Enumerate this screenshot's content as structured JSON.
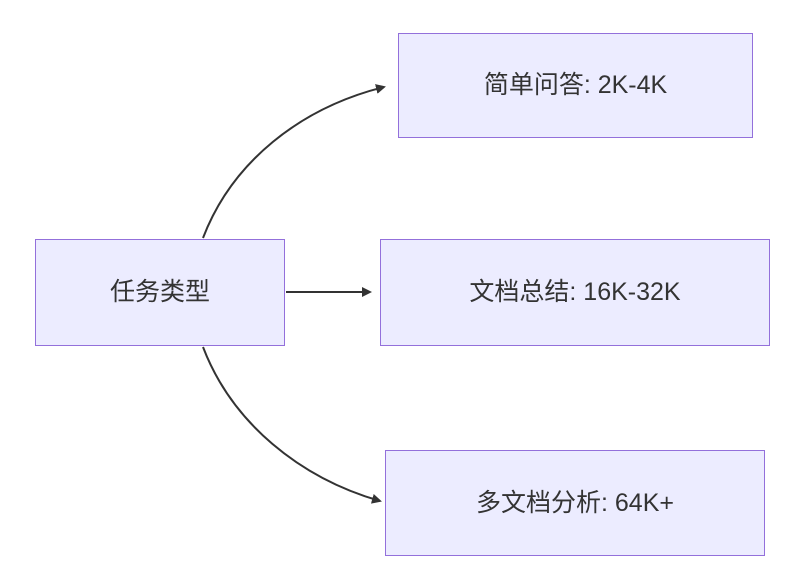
{
  "diagram": {
    "type": "flowchart",
    "root": {
      "label": "任务类型"
    },
    "nodes": [
      {
        "label": "简单问答: 2K-4K"
      },
      {
        "label": "文档总结: 16K-32K"
      },
      {
        "label": "多文档分析: 64K+"
      }
    ],
    "edges": [
      {
        "from": "任务类型",
        "to": "简单问答: 2K-4K"
      },
      {
        "from": "任务类型",
        "to": "文档总结: 16K-32K"
      },
      {
        "from": "任务类型",
        "to": "多文档分析: 64K+"
      }
    ],
    "colors": {
      "node_fill": "#ECECFF",
      "node_border": "#9370DB",
      "edge_stroke": "#333333",
      "text": "#333333",
      "background": "#ffffff"
    }
  }
}
